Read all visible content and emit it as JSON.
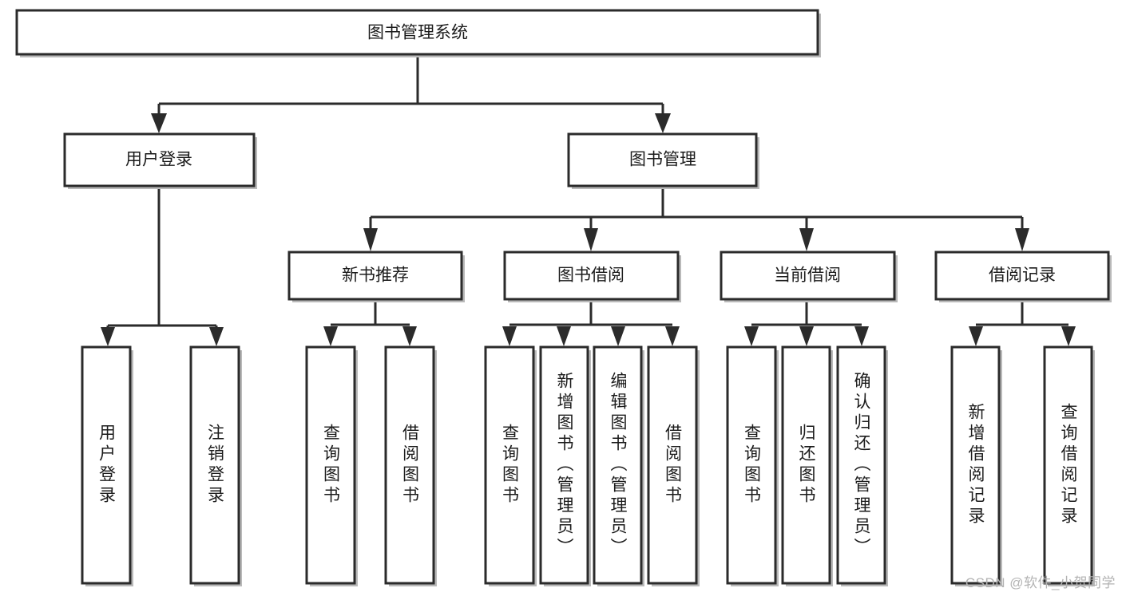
{
  "diagram": {
    "type": "tree",
    "title": "图书管理系统",
    "watermark": "CSDN @软件_小贺同学",
    "colors": {
      "box_stroke": "#2b2b2b",
      "box_fill": "#ffffff",
      "text": "#1b1b1b",
      "watermark": "#b3b3b3",
      "background": "#ffffff"
    },
    "levels": {
      "root": {
        "label": "图书管理系统"
      },
      "level2": [
        {
          "label": "用户登录"
        },
        {
          "label": "图书管理"
        }
      ],
      "level3": [
        {
          "label": "新书推荐"
        },
        {
          "label": "图书借阅"
        },
        {
          "label": "当前借阅"
        },
        {
          "label": "借阅记录"
        }
      ],
      "leaves": [
        {
          "label": "用户登录",
          "parent": "用户登录"
        },
        {
          "label": "注销登录",
          "parent": "用户登录"
        },
        {
          "label": "查询图书",
          "parent": "新书推荐"
        },
        {
          "label": "借阅图书",
          "parent": "新书推荐"
        },
        {
          "label": "查询图书",
          "parent": "图书借阅"
        },
        {
          "label": "新增图书（管理员）",
          "parent": "图书借阅"
        },
        {
          "label": "编辑图书（管理员）",
          "parent": "图书借阅"
        },
        {
          "label": "借阅图书",
          "parent": "图书借阅"
        },
        {
          "label": "查询图书",
          "parent": "当前借阅"
        },
        {
          "label": "归还图书",
          "parent": "当前借阅"
        },
        {
          "label": "确认归还（管理员）",
          "parent": "当前借阅"
        },
        {
          "label": "新增借阅记录",
          "parent": "借阅记录"
        },
        {
          "label": "查询借阅记录",
          "parent": "借阅记录"
        }
      ]
    }
  }
}
